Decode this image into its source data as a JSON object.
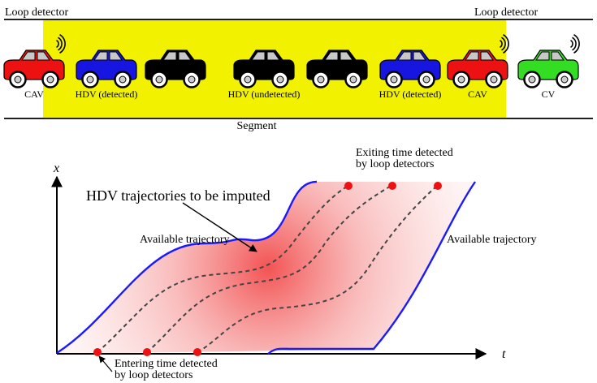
{
  "top_panel": {
    "loop_detector_left": "Loop detector",
    "loop_detector_right": "Loop detector",
    "segment_label": "Segment",
    "vehicles": [
      {
        "label": "CAV",
        "body_color": "#ee1111",
        "connected": true
      },
      {
        "label": "HDV (detected)",
        "body_color": "#1616e0",
        "connected": false
      },
      {
        "label": "",
        "body_color": "#000000",
        "connected": false
      },
      {
        "label": "HDV (undetected)",
        "body_color": "#000000",
        "connected": false
      },
      {
        "label": "",
        "body_color": "#000000",
        "connected": false
      },
      {
        "label": "HDV (detected)",
        "body_color": "#1616e0",
        "connected": false
      },
      {
        "label": "CAV",
        "body_color": "#ee1111",
        "connected": true
      },
      {
        "label": "CV",
        "body_color": "#33dd22",
        "connected": true
      }
    ],
    "segment_highlight_color": "#f2f200"
  },
  "plot": {
    "x_axis_label": "x",
    "t_axis_label": "t",
    "annotation_imputed": "HDV trajectories to be imputed",
    "annotation_available_left": "Available trajectory",
    "annotation_available_right": "Available trajectory",
    "annotation_exit_line1": "Exiting time detected",
    "annotation_exit_line2": "by loop detectors",
    "annotation_entry_line1": "Entering time detected",
    "annotation_entry_line2": "by loop detectors",
    "colors": {
      "available_trajectory": "#1a1aff",
      "detection_point": "#ee1111",
      "imputed_trajectory": "#444444"
    }
  }
}
